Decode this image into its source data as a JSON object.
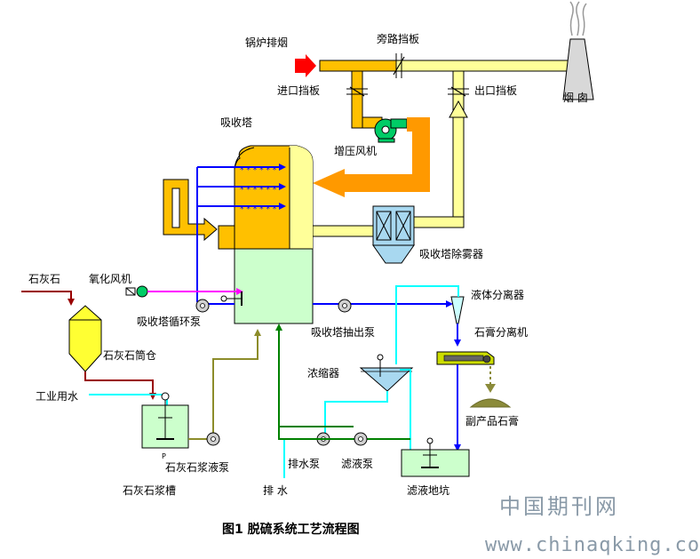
{
  "labels": {
    "boiler_flue": "锅炉排烟",
    "bypass_damper": "旁路挡板",
    "inlet_damper": "进口挡板",
    "outlet_damper": "出口挡板",
    "chimney": "烟 囱",
    "booster_fan": "增压风机",
    "absorber": "吸收塔",
    "demister": "吸收塔除雾器",
    "limestone": "石灰石",
    "oxidation_fan": "氧化风机",
    "circulation_pump": "吸收塔循环泵",
    "bleed_pump": "吸收塔抽出泵",
    "hydrocyclone": "液体分离器",
    "gypsum_separator": "石膏分离机",
    "byproduct_gypsum": "副产品石膏",
    "thickener": "浓缩器",
    "limestone_silo": "石灰石筒仓",
    "process_water": "工业用水",
    "slurry_pump": "石灰石浆液泵",
    "slurry_tank": "石灰石浆槽",
    "drain_pump": "排水泵",
    "filtrate_pump": "滤液泵",
    "drain": "排 水",
    "filtrate_pit": "滤液地坑",
    "tank_mark": "P"
  },
  "caption": "图1 脱硫系统工艺流程图",
  "watermark": {
    "cn": "中国期刊网",
    "url": "www.chinaqking.com"
  },
  "colors": {
    "flue_gas_hot": "#ffc000",
    "flue_gas_clean": "#ffff99",
    "booster_flow": "#ff9900",
    "inlet_arrow": "#ff0000",
    "absorber_slurry": "#ccffcc",
    "spray_water": "#0000ff",
    "oxidation_air": "#ff00ff",
    "process_water": "#00ffff",
    "slurry_line": "#8c8c2a",
    "filtrate_line": "#008000",
    "limestone_line": "#990000",
    "silo_fill": "#ffff33",
    "gypsum": "#8b8b3a",
    "fan": "#00cc66"
  }
}
